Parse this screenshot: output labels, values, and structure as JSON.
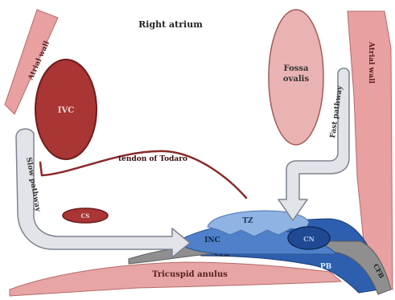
{
  "labels": {
    "right_atrium": "Right atrium",
    "atrial_wall_left": "Atrial wall",
    "atrial_wall_right": "Atrial wall",
    "fossa_line1": "Fossa",
    "fossa_line2": "ovalis",
    "ivc": "IVC",
    "cs": "CS",
    "tendon": "tendon of Todaro",
    "slow_pathway": "Slow pathway",
    "fast_pathway": "Fast pathway",
    "tz": "TZ",
    "inc": "INC",
    "cn": "CN",
    "cfb_left": "CFB",
    "cfb_right": "CFB",
    "pb": "PB",
    "tricuspid": "Tricuspid anulus"
  },
  "colors": {
    "atrial_wall": "#e8a0a0",
    "atrial_wall_stroke": "#b76a6a",
    "ivc_fill": "#a93535",
    "ivc_stroke": "#6e1c1c",
    "fossa_fill": "#eab3b3",
    "tendon": "#8a2a2a",
    "pathway_fill": "#e2e4ea",
    "pathway_stroke": "#7d8390",
    "tz_fill": "#8fb3e2",
    "inc_fill": "#4f80c9",
    "cn_fill": "#1f4a93",
    "pb_fill": "#2d5fae",
    "cfb_fill": "#8f8f8f",
    "tricuspid_fill": "#e7a5a5"
  }
}
